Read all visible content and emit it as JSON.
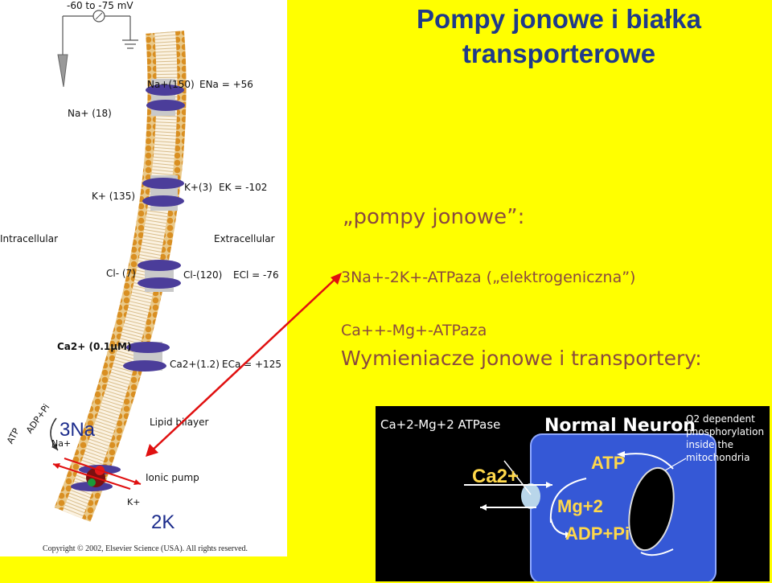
{
  "slide": {
    "title_line1": "Pompy jonowe i białka",
    "title_line2": "transporterowe",
    "pumps_heading": "„pompy jonowe”:",
    "pump1": "3Na+-2K+-ATPaza („elektrogeniczna”)",
    "pump2": "Ca++-Mg+-ATPaza",
    "exchangers_heading": "Wymieniacze jonowe i transportery:"
  },
  "figure": {
    "voltage": "-60 to -75 mV",
    "na_out": "Na+(150)",
    "e_na": "ENa = +56",
    "na_in": "Na+ (18)",
    "k_in": "K+ (135)",
    "k_out": "K+(3)",
    "e_k": "EK = -102",
    "intracellular": "Intracellular",
    "extracellular": "Extracellular",
    "cl_in": "Cl- (7)",
    "cl_out": "Cl-(120)",
    "e_cl": "ECl = -76",
    "ca_in": "Ca2+ (0.1μM)",
    "ca_out": "Ca2+(1.2)",
    "e_ca": "ECa = +125",
    "atp_label": "ATP",
    "adp_label": "ADP+Pi",
    "na_small": "Na+",
    "k_small": "K+",
    "three_na": "3Na",
    "two_k": "2K",
    "lipid_bilayer": "Lipid bilayer",
    "ionic_pump": "Ionic pump",
    "copyright": "Copyright © 2002, Elsevier Science (USA). All rights reserved."
  },
  "neuron": {
    "top_left": "Ca+2-Mg+2 ATPase",
    "title": "Normal Neuron",
    "note": "O2  dependent phosphorylation inside the mitochondria",
    "ca": "Ca2+",
    "atp": "ATP",
    "mg": "Mg+2",
    "adp": "ADP+Pi"
  },
  "colors": {
    "background": "#ffff00",
    "title": "#1f3a8a",
    "body_text": "#8a4a3e",
    "arrow": "#e01010",
    "channel": "#4b3d9a"
  }
}
